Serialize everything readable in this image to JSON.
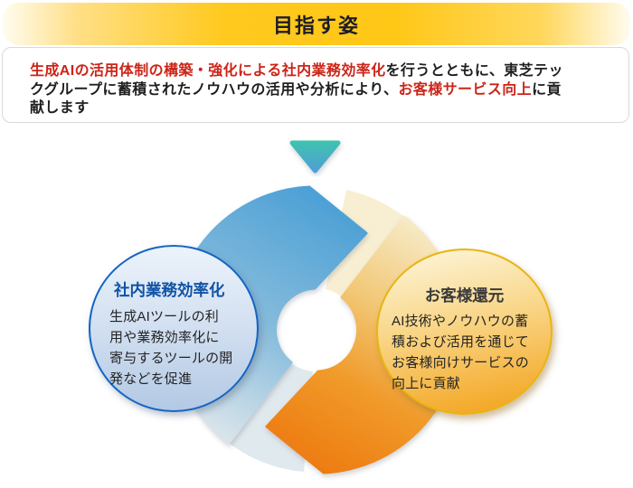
{
  "header": {
    "title": "目指す姿"
  },
  "intro": {
    "lines": [
      {
        "runs": [
          {
            "text": "生成AIの活用体制の構築・強化による社内業務効率化",
            "emphasis": true
          },
          {
            "text": "を行うとともに、東芝テッ",
            "emphasis": false
          }
        ]
      },
      {
        "runs": [
          {
            "text": "クグループに蓄積されたノウハウの活用や分析により、",
            "emphasis": false
          },
          {
            "text": "お客様サービス向上",
            "emphasis": true
          },
          {
            "text": "に貢",
            "emphasis": false
          }
        ]
      },
      {
        "runs": [
          {
            "text": "献します",
            "emphasis": false
          }
        ]
      }
    ]
  },
  "diagram": {
    "left_bubble": {
      "title": "社内業務効率化",
      "lines": [
        "生成AIツールの利",
        "用や業務効率化に",
        "寄与するツールの開",
        "発などを促進"
      ]
    },
    "right_bubble": {
      "title": "お客様還元",
      "lines": [
        "AI技術やノウハウの蓄",
        "積および活用を通じて",
        "お客様向けサービスの",
        "向上に貢献"
      ]
    }
  },
  "colors": {
    "banner_yellow": "#ffc716",
    "emphasis_red": "#cc2418",
    "text_black": "#1f1f1f",
    "left_title_blue": "#1153a6",
    "left_border_blue": "#1565c5",
    "right_border_gold": "#e9b410",
    "blue_arrow": "#4a9fd5",
    "orange_arrow": "#ee7b10",
    "triangle_teal": "#3fc3ae"
  }
}
